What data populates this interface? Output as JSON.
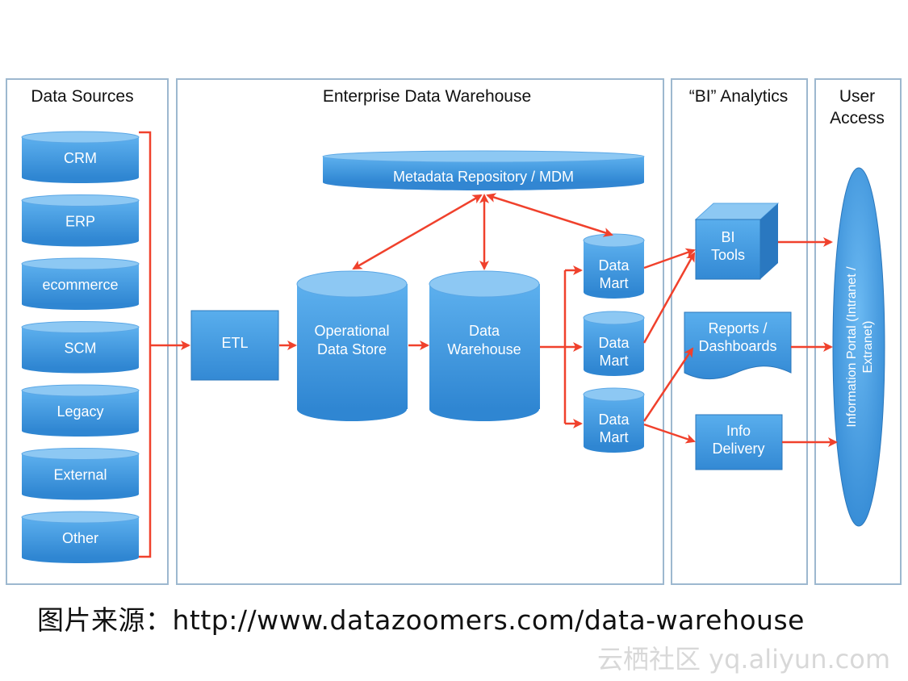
{
  "panels": {
    "data_sources": "Data Sources",
    "edw": "Enterprise Data Warehouse",
    "bi_analytics": "“BI” Analytics",
    "user_access_line1": "User",
    "user_access_line2": "Access"
  },
  "sources": [
    "CRM",
    "ERP",
    "ecommerce",
    "SCM",
    "Legacy",
    "External",
    "Other"
  ],
  "edw": {
    "etl": "ETL",
    "metadata": "Metadata Repository / MDM",
    "ods_line1": "Operational",
    "ods_line2": "Data Store",
    "dw_line1": "Data",
    "dw_line2": "Warehouse",
    "mart_line1": "Data",
    "mart_line2": "Mart"
  },
  "bi": {
    "tools_line1": "BI",
    "tools_line2": "Tools",
    "reports_line1": "Reports /",
    "reports_line2": "Dashboards",
    "info_line1": "Info",
    "info_line2": "Delivery"
  },
  "portal": {
    "line1": "Information Portal (Intranet /",
    "line2": "Extranet)"
  },
  "caption": "图片来源：http://www.datazoomers.com/data-warehouse",
  "watermark": "云栖社区 yq.aliyun.com",
  "colors": {
    "node_fill": "#3f9ae0",
    "node_top": "#8dc8f3",
    "panel_border": "#9db8cf",
    "arrow": "#f0412c"
  }
}
